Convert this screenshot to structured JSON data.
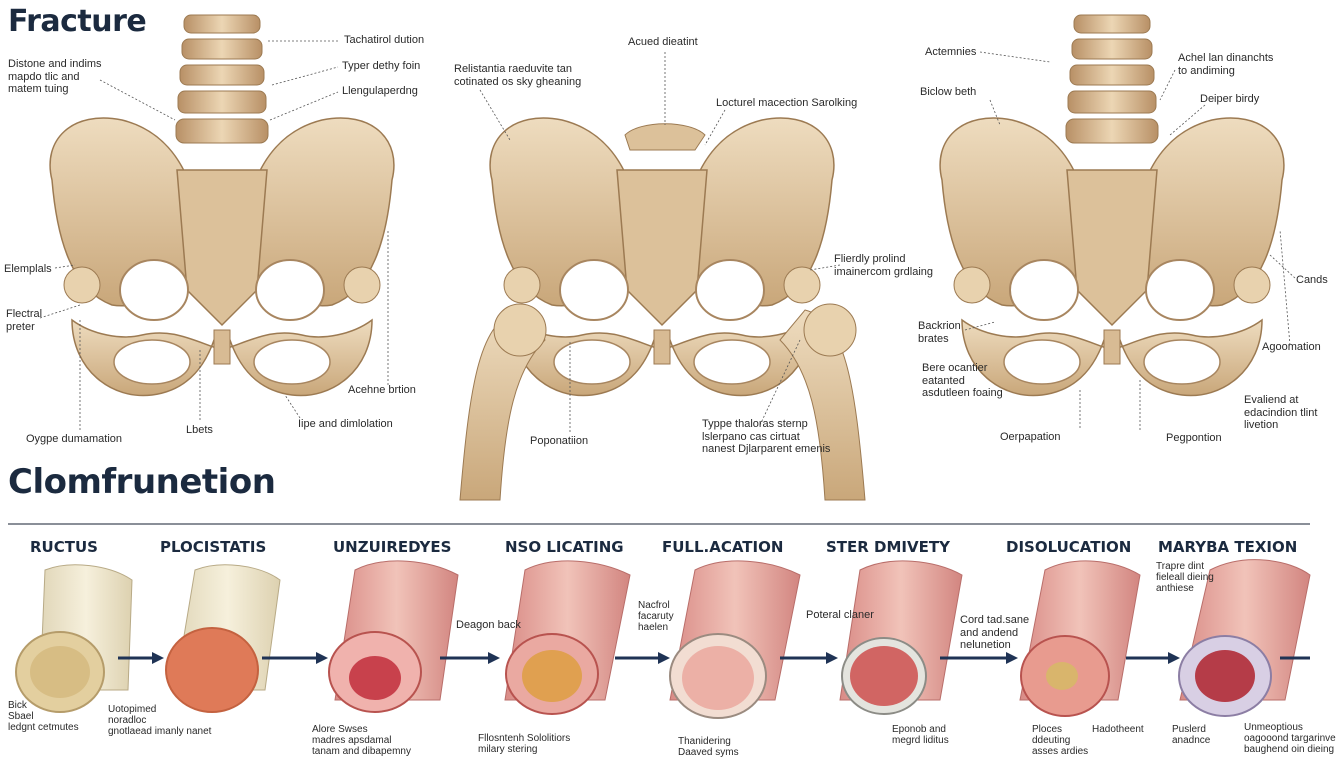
{
  "headings": {
    "top": "Fracture",
    "middle": "Clomfrunetion"
  },
  "pelvis_left": {
    "labels": [
      "Tachatirol dution",
      "Typer dethy foin",
      "Llengulaperdng",
      "Distone and indims\nmapdo tlic and\nmatem tuing",
      "Elemplals",
      "Flectral\npreter",
      "Oygpe dumamation",
      "Lbets",
      "Acehne brtion",
      "Iipe and dimlolation"
    ]
  },
  "pelvis_center": {
    "labels": [
      "Acued dieatint",
      "Relistantia raeduvite tan\ncotinated os sky gheaning",
      "Locturel macection Sarolking",
      "Flierdly prolind\nimainercom grdlaing",
      "Poponatiion",
      "Typpe thaloras sternp\nlslerpano cas cirtuat\nnanest Djlarparent emenis"
    ]
  },
  "pelvis_right": {
    "labels": [
      "Actemnies",
      "Achel lan dinanchts\nto andiming",
      "Biclow beth",
      "Deiper birdy",
      "Cands",
      "Backrion\nbrates",
      "Bere ocantier\neatanted\nasdutleen foaing",
      "Agoomation",
      "Evaliend at\nedacindion tlint\nlivetion",
      "Oerpapation",
      "Pegpontion"
    ]
  },
  "stages": [
    {
      "title": "RUCTUS",
      "labels": [
        "Bick\nSbael\nledgnt cetmutes"
      ]
    },
    {
      "title": "PLOCISTATIS",
      "labels": [
        "Uotopimed\nnoradloc\ngnotlaead imanly nanet"
      ]
    },
    {
      "title": "UNZUIREDYES",
      "labels": [
        "Alore Swses\nmadres apsdamal\ntanam and dibapemny"
      ]
    },
    {
      "title": "NSO LICATING",
      "labels": [
        "Deagon back",
        "Fllosntenh Sololitiors\nmilary stering"
      ]
    },
    {
      "title": "FULL.ACATION",
      "labels": [
        "Nacfrol\nfacaruty\nhaelen",
        "Thanidering\nDaaved syms"
      ]
    },
    {
      "title": "STER DMIVETY",
      "labels": [
        "Poteral claner",
        "Eponob and\nmegrd liditus"
      ]
    },
    {
      "title": "DISOLUCATION",
      "labels": [
        "Cord tad.sane\nand andend\nnelunetion",
        "Ploces\nddeuting\nasses ardies",
        "Hadotheent"
      ]
    },
    {
      "title": "MARYBA TEXION",
      "labels": [
        "Trapre dint\nfieleall dieing\nanthiese",
        "Puslerd\nanadnce",
        "Unmeoptious\noagooond targarinve\nbaughend oin dieing"
      ]
    }
  ],
  "colors": {
    "bone": "#e6d0ad",
    "bone_shade": "#b58f62",
    "tissue": "#e4a49c",
    "tissue_core": "#c85b58",
    "navy": "#1b2a3f",
    "arrow": "#1f3355"
  }
}
